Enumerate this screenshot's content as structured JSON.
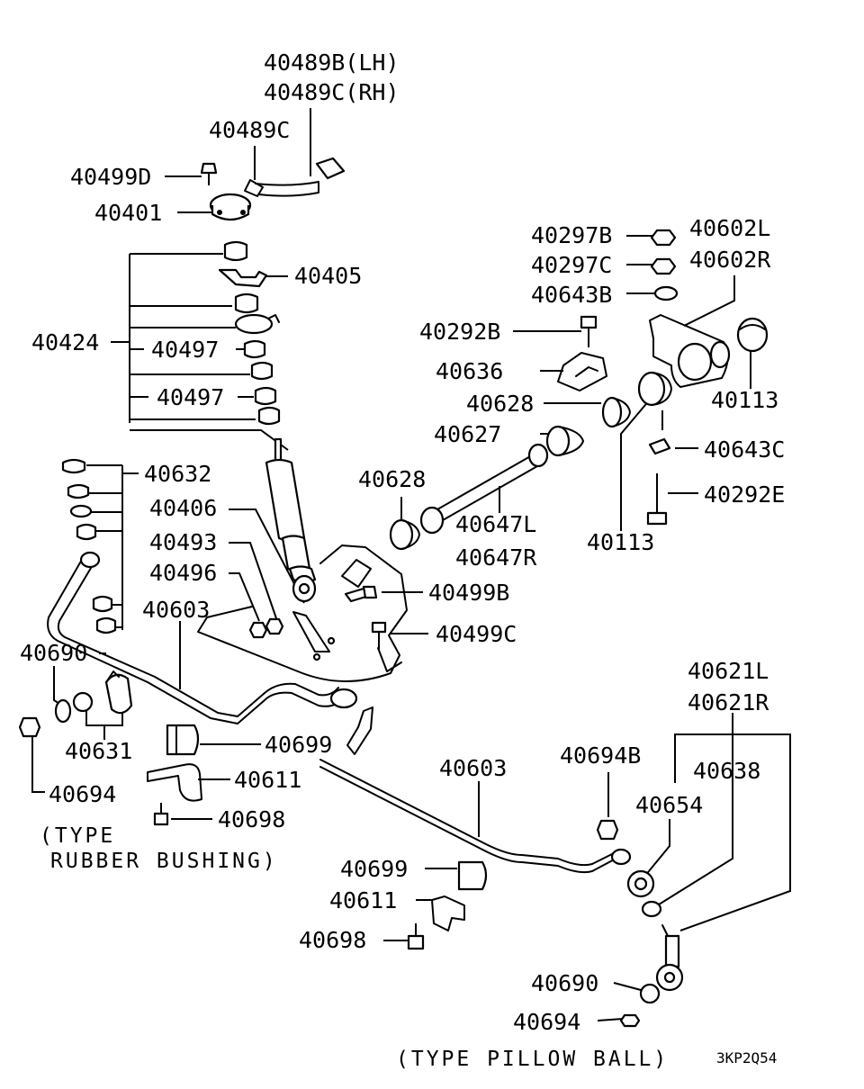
{
  "labels": {
    "p40489b_lh": "40489B(LH)",
    "p40489c_rh": "40489C(RH)",
    "p40489c": "40489C",
    "p40499d": "40499D",
    "p40401": "40401",
    "p40405": "40405",
    "p40424": "40424",
    "p40497_a": "40497",
    "p40497_b": "40497",
    "p40632": "40632",
    "p40406": "40406",
    "p40493": "40493",
    "p40496": "40496",
    "p40603_a": "40603",
    "p40690_a": "40690",
    "p40631": "40631",
    "p40694_a": "40694",
    "p40699_a": "40699",
    "p40611_a": "40611",
    "p40698_a": "40698",
    "p40297b": "40297B",
    "p40297c": "40297C",
    "p40643b": "40643B",
    "p40292b": "40292B",
    "p40636": "40636",
    "p40628_a": "40628",
    "p40627": "40627",
    "p40628_b": "40628",
    "p40647l": "40647L",
    "p40647r": "40647R",
    "p40602l": "40602L",
    "p40602r": "40602R",
    "p40113_a": "40113",
    "p40643c": "40643C",
    "p40292e": "40292E",
    "p40113_b": "40113",
    "p40499b": "40499B",
    "p40499c": "40499C",
    "p40621l": "40621L",
    "p40621r": "40621R",
    "p40638": "40638",
    "p40694b": "40694B",
    "p40654": "40654",
    "p40603_b": "40603",
    "p40699_b": "40699",
    "p40611_b": "40611",
    "p40698_b": "40698",
    "p40690_b": "40690",
    "p40694_b": "40694"
  },
  "captions": {
    "rubber_line1": "(TYPE",
    "rubber_line2": "RUBBER BUSHING)",
    "pillow": "(TYPE PILLOW BALL)"
  },
  "diagram_code": "3KP2Q54"
}
